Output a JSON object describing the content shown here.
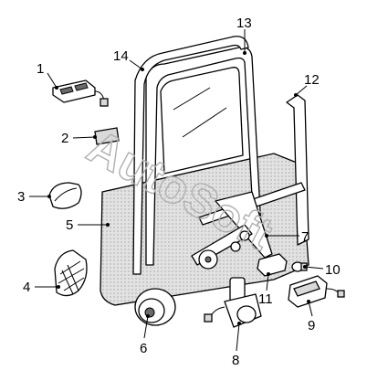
{
  "watermark": "AutoSoft",
  "callouts": {
    "c1": "1",
    "c2": "2",
    "c3": "3",
    "c4": "4",
    "c5": "5",
    "c6": "6",
    "c7": "7",
    "c8": "8",
    "c9": "9",
    "c10": "10",
    "c11": "11",
    "c12": "12",
    "c13": "13",
    "c14": "14"
  },
  "colors": {
    "panel_fill": "#d9d9d9",
    "line": "#000000",
    "watermark": "#b0b0b0",
    "background": "#ffffff"
  }
}
